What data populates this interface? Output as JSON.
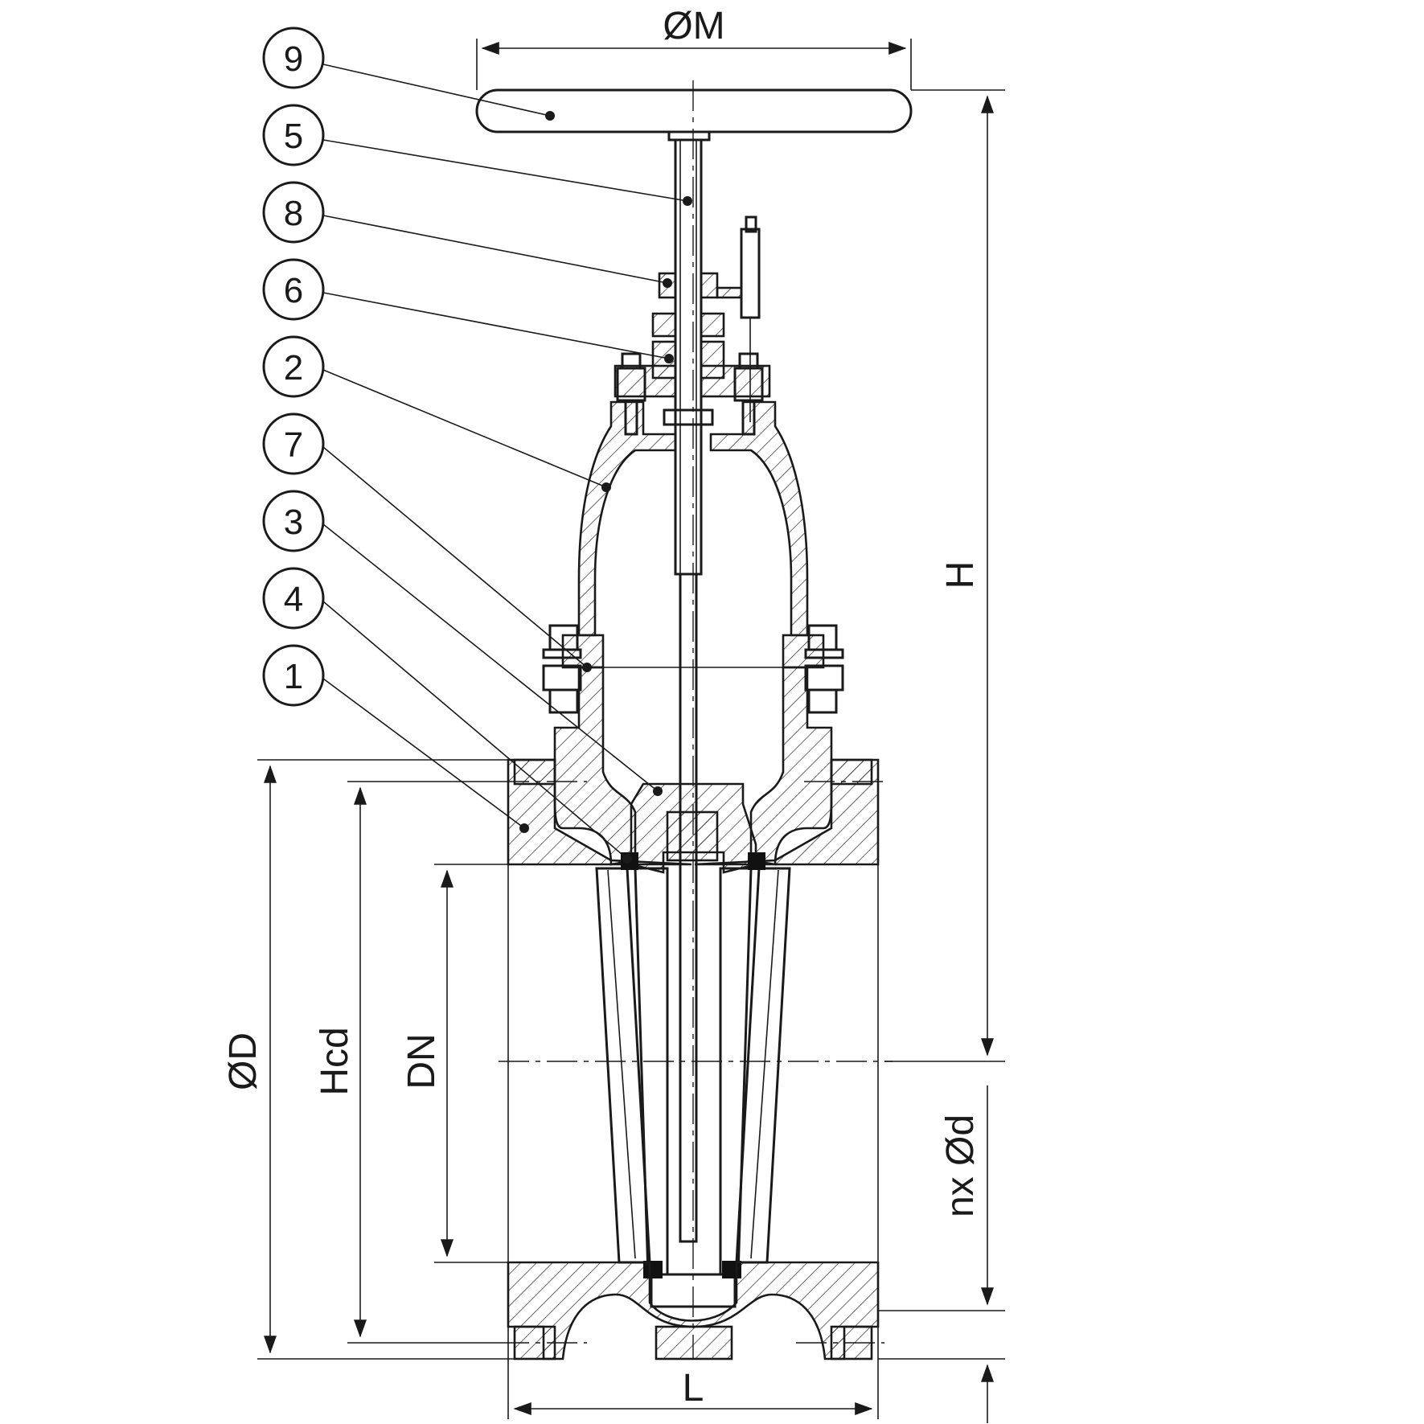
{
  "callouts": [
    {
      "label": "9"
    },
    {
      "label": "5"
    },
    {
      "label": "8"
    },
    {
      "label": "6"
    },
    {
      "label": "2"
    },
    {
      "label": "7"
    },
    {
      "label": "3"
    },
    {
      "label": "4"
    },
    {
      "label": "1"
    }
  ],
  "dimensions": {
    "M": "ØM",
    "H": "H",
    "D": "ØD",
    "Hcd": "Hcd",
    "DN": "DN",
    "nxd": "nx Ød",
    "L": "L"
  },
  "colors": {
    "line": "#1a1a1a",
    "seal": "#111111",
    "background": "#ffffff"
  }
}
